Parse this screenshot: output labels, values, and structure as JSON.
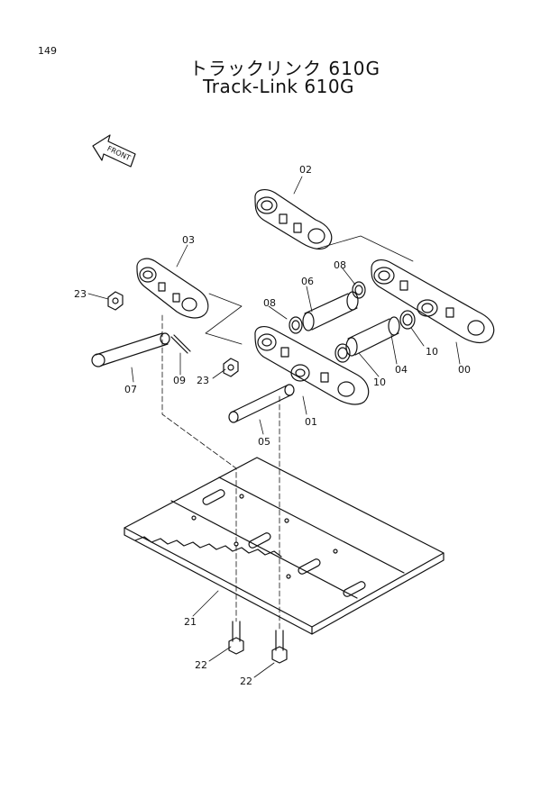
{
  "page_number": "149",
  "title_jp": "トラックリンク 610G",
  "title_en": "Track-Link 610G",
  "front_label": "FRONT",
  "callouts": {
    "c00": "00",
    "c01": "01",
    "c02": "02",
    "c03": "03",
    "c04": "04",
    "c05": "05",
    "c06": "06",
    "c07": "07",
    "c08a": "08",
    "c08b": "08",
    "c09": "09",
    "c10a": "10",
    "c10b": "10",
    "c21": "21",
    "c22a": "22",
    "c22b": "22",
    "c23a": "23",
    "c23b": "23"
  }
}
